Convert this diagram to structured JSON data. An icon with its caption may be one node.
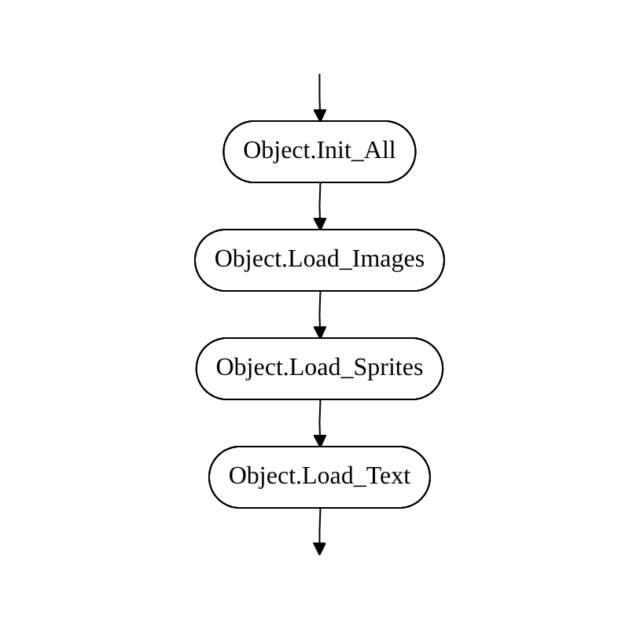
{
  "diagram": {
    "nodes": [
      {
        "text": [
          "Object.Init_All"
        ]
      },
      {
        "text": [
          "Object.Load_Images"
        ]
      },
      {
        "text": [
          "Object.Load_Sprites"
        ]
      },
      {
        "text": [
          "Object.Load_Text"
        ]
      }
    ],
    "edges": [
      {
        "from": null,
        "to": 0,
        "arrow": "to"
      },
      {
        "from": 0,
        "to": 1,
        "arrow": "to"
      },
      {
        "from": 1,
        "to": 2,
        "arrow": "to"
      },
      {
        "from": 2,
        "to": 3,
        "arrow": "to"
      },
      {
        "from": 3,
        "to": null,
        "arrow": "to"
      }
    ]
  }
}
